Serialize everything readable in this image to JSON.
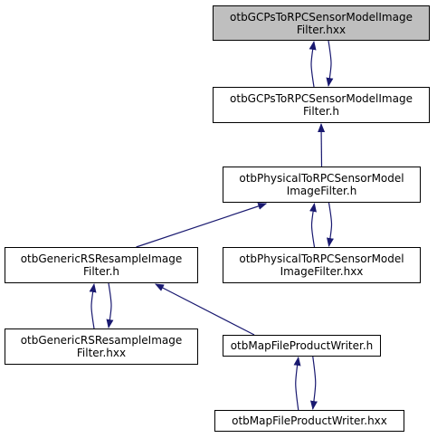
{
  "colors": {
    "edge": "#191970",
    "node_border": "#000000",
    "node_fill": "#ffffff",
    "current_fill": "#bfbfbf"
  },
  "nodes": [
    {
      "id": "gcps_hxx",
      "lines": [
        "otbGCPsToRPCSensorModelImage",
        "Filter.hxx"
      ],
      "current": true
    },
    {
      "id": "gcps_h",
      "lines": [
        "otbGCPsToRPCSensorModelImage",
        "Filter.h"
      ]
    },
    {
      "id": "phys_h",
      "lines": [
        "otbPhysicalToRPCSensorModel",
        "ImageFilter.h"
      ]
    },
    {
      "id": "generic_h",
      "lines": [
        "otbGenericRSResampleImage",
        "Filter.h"
      ]
    },
    {
      "id": "phys_hxx",
      "lines": [
        "otbPhysicalToRPCSensorModel",
        "ImageFilter.hxx"
      ]
    },
    {
      "id": "generic_hxx",
      "lines": [
        "otbGenericRSResampleImage",
        "Filter.hxx"
      ]
    },
    {
      "id": "mapwriter_h",
      "lines": [
        "otbMapFileProductWriter.h"
      ]
    },
    {
      "id": "mapwriter_hxx",
      "lines": [
        "otbMapFileProductWriter.hxx"
      ]
    }
  ],
  "edges": [
    {
      "from": "gcps_h",
      "to": "gcps_hxx"
    },
    {
      "from": "gcps_hxx",
      "to": "gcps_h"
    },
    {
      "from": "phys_h",
      "to": "gcps_h"
    },
    {
      "from": "generic_h",
      "to": "phys_h"
    },
    {
      "from": "phys_hxx",
      "to": "phys_h"
    },
    {
      "from": "phys_h",
      "to": "phys_hxx"
    },
    {
      "from": "generic_hxx",
      "to": "generic_h"
    },
    {
      "from": "generic_h",
      "to": "generic_hxx"
    },
    {
      "from": "mapwriter_h",
      "to": "generic_h"
    },
    {
      "from": "mapwriter_hxx",
      "to": "mapwriter_h"
    },
    {
      "from": "mapwriter_h",
      "to": "mapwriter_hxx"
    }
  ]
}
